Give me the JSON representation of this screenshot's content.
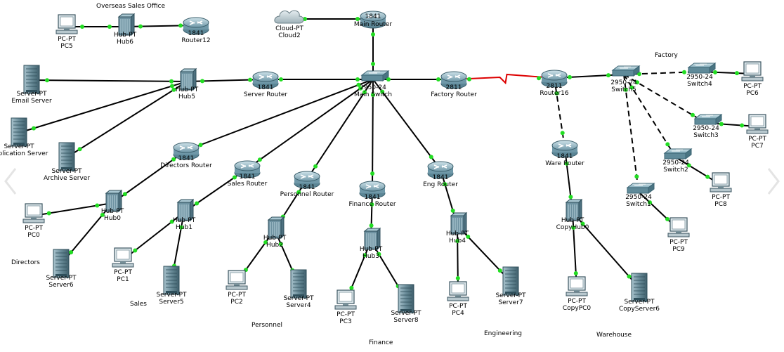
{
  "groups": {
    "overseas": "Overseas Sales Office",
    "factory": "Factory",
    "directors": "Directors",
    "sales": "Sales",
    "personnel": "Personnel",
    "finance": "Finance",
    "engineering": "Engineering",
    "warehouse": "Warehouse"
  },
  "devices": {
    "pc5": {
      "type": "pc",
      "model": "PC-PT",
      "name": "PC5"
    },
    "hub6": {
      "type": "hub",
      "model": "Hub-PT",
      "name": "Hub6"
    },
    "router12": {
      "type": "router",
      "model": "1841",
      "name": "Router12"
    },
    "cloud2": {
      "type": "cloud",
      "model": "Cloud-PT",
      "name": "Cloud2"
    },
    "mainr": {
      "type": "router",
      "model": "1841",
      "name": "Main Router"
    },
    "email": {
      "type": "server",
      "model": "Server-PT",
      "name": "Email Server"
    },
    "hub5": {
      "type": "hub",
      "model": "Hub-PT",
      "name": "Hub5"
    },
    "serverr": {
      "type": "router",
      "model": "1841",
      "name": "Server Router"
    },
    "mains": {
      "type": "switch",
      "model": "2950-24",
      "name": "Main Switch"
    },
    "factr": {
      "type": "router",
      "model": "2811",
      "name": "Factory Router"
    },
    "r16": {
      "type": "router",
      "model": "2811",
      "name": "Router16"
    },
    "sw5": {
      "type": "switch",
      "model": "2950-24",
      "name": "Switch5"
    },
    "sw4": {
      "type": "switch",
      "model": "2950-24",
      "name": "Switch4"
    },
    "pc6": {
      "type": "pc",
      "model": "PC-PT",
      "name": "PC6"
    },
    "appsrv": {
      "type": "server",
      "model": "Server-PT",
      "name": "Application Server"
    },
    "sw3": {
      "type": "switch",
      "model": "2950-24",
      "name": "Switch3"
    },
    "pc7": {
      "type": "pc",
      "model": "PC-PT",
      "name": "PC7"
    },
    "dirr": {
      "type": "router",
      "model": "1841",
      "name": "Directors Router"
    },
    "archive": {
      "type": "server",
      "model": "Server-PT",
      "name": "Archive Server"
    },
    "warer": {
      "type": "router",
      "model": "1841",
      "name": "Ware Router"
    },
    "sw2": {
      "type": "switch",
      "model": "2950-24",
      "name": "Switch2"
    },
    "salesr": {
      "type": "router",
      "model": "1841",
      "name": "Sales Router"
    },
    "persr": {
      "type": "router",
      "model": "1841",
      "name": "Personnel Router"
    },
    "engr": {
      "type": "router",
      "model": "1841",
      "name": "Eng Router"
    },
    "pc8": {
      "type": "pc",
      "model": "PC-PT",
      "name": "PC8"
    },
    "finr": {
      "type": "router",
      "model": "1841",
      "name": "Finance Router"
    },
    "sw1": {
      "type": "switch",
      "model": "2950-24",
      "name": "Switch1"
    },
    "hub0": {
      "type": "hub",
      "model": "Hub-PT",
      "name": "Hub0"
    },
    "pc0": {
      "type": "pc",
      "model": "PC-PT",
      "name": "PC0"
    },
    "hub1": {
      "type": "hub",
      "model": "Hub-PT",
      "name": "Hub1"
    },
    "copyhub": {
      "type": "hub",
      "model": "Hub-PT",
      "name": "CopyHub0"
    },
    "hub4": {
      "type": "hub",
      "model": "Hub-PT",
      "name": "Hub4"
    },
    "hub2": {
      "type": "hub",
      "model": "Hub-PT",
      "name": "Hub2"
    },
    "hub3": {
      "type": "hub",
      "model": "Hub-PT",
      "name": "Hub3"
    },
    "pc9": {
      "type": "pc",
      "model": "PC-PT",
      "name": "PC9"
    },
    "server6": {
      "type": "server",
      "model": "Server-PT",
      "name": "Server6"
    },
    "pc1": {
      "type": "pc",
      "model": "PC-PT",
      "name": "PC1"
    },
    "server5": {
      "type": "server",
      "model": "Server-PT",
      "name": "Server5"
    },
    "pc2": {
      "type": "pc",
      "model": "PC-PT",
      "name": "PC2"
    },
    "server4": {
      "type": "server",
      "model": "Server-PT",
      "name": "Server4"
    },
    "pc3": {
      "type": "pc",
      "model": "PC-PT",
      "name": "PC3"
    },
    "server8": {
      "type": "server",
      "model": "Server-PT",
      "name": "Server8"
    },
    "pc4": {
      "type": "pc",
      "model": "PC-PT",
      "name": "PC4"
    },
    "server7": {
      "type": "server",
      "model": "Server-PT",
      "name": "Server7"
    },
    "copypc": {
      "type": "pc",
      "model": "PC-PT",
      "name": "CopyPC0"
    },
    "copysrv": {
      "type": "server",
      "model": "Server-PT",
      "name": "CopyServer6"
    }
  },
  "links": [
    {
      "from": "pc5",
      "to": "hub6",
      "style": "solid"
    },
    {
      "from": "hub6",
      "to": "router12",
      "style": "solid"
    },
    {
      "from": "cloud2",
      "to": "mainr",
      "style": "solid"
    },
    {
      "from": "mainr",
      "to": "mains",
      "style": "solid"
    },
    {
      "from": "email",
      "to": "hub5",
      "style": "solid"
    },
    {
      "from": "appsrv",
      "to": "hub5",
      "style": "solid"
    },
    {
      "from": "archive",
      "to": "hub5",
      "style": "solid"
    },
    {
      "from": "hub5",
      "to": "serverr",
      "style": "solid"
    },
    {
      "from": "serverr",
      "to": "mains",
      "style": "solid"
    },
    {
      "from": "mains",
      "to": "factr",
      "style": "solid"
    },
    {
      "from": "mains",
      "to": "dirr",
      "style": "solid"
    },
    {
      "from": "mains",
      "to": "salesr",
      "style": "solid"
    },
    {
      "from": "mains",
      "to": "persr",
      "style": "solid"
    },
    {
      "from": "mains",
      "to": "finr",
      "style": "solid"
    },
    {
      "from": "mains",
      "to": "engr",
      "style": "solid"
    },
    {
      "from": "factr",
      "to": "r16",
      "style": "serial"
    },
    {
      "from": "r16",
      "to": "sw5",
      "style": "solid"
    },
    {
      "from": "r16",
      "to": "warer",
      "style": "dashed"
    },
    {
      "from": "sw5",
      "to": "sw4",
      "style": "dashed"
    },
    {
      "from": "sw5",
      "to": "sw3",
      "style": "dashed"
    },
    {
      "from": "sw5",
      "to": "sw2",
      "style": "dashed"
    },
    {
      "from": "sw5",
      "to": "sw1",
      "style": "dashed"
    },
    {
      "from": "sw4",
      "to": "pc6",
      "style": "solid"
    },
    {
      "from": "sw3",
      "to": "pc7",
      "style": "solid"
    },
    {
      "from": "sw2",
      "to": "pc8",
      "style": "solid"
    },
    {
      "from": "sw1",
      "to": "pc9",
      "style": "solid"
    },
    {
      "from": "dirr",
      "to": "hub0",
      "style": "solid"
    },
    {
      "from": "hub0",
      "to": "pc0",
      "style": "solid"
    },
    {
      "from": "hub0",
      "to": "server6",
      "style": "solid"
    },
    {
      "from": "salesr",
      "to": "hub1",
      "style": "solid"
    },
    {
      "from": "hub1",
      "to": "pc1",
      "style": "solid"
    },
    {
      "from": "hub1",
      "to": "server5",
      "style": "solid"
    },
    {
      "from": "persr",
      "to": "hub2",
      "style": "solid"
    },
    {
      "from": "hub2",
      "to": "pc2",
      "style": "solid"
    },
    {
      "from": "hub2",
      "to": "server4",
      "style": "solid"
    },
    {
      "from": "finr",
      "to": "hub3",
      "style": "solid"
    },
    {
      "from": "hub3",
      "to": "pc3",
      "style": "solid"
    },
    {
      "from": "hub3",
      "to": "server8",
      "style": "solid"
    },
    {
      "from": "engr",
      "to": "hub4",
      "style": "solid"
    },
    {
      "from": "hub4",
      "to": "pc4",
      "style": "solid"
    },
    {
      "from": "hub4",
      "to": "server7",
      "style": "solid"
    },
    {
      "from": "warer",
      "to": "copyhub",
      "style": "solid"
    },
    {
      "from": "copyhub",
      "to": "copypc",
      "style": "solid"
    },
    {
      "from": "copyhub",
      "to": "copysrv",
      "style": "solid"
    }
  ]
}
